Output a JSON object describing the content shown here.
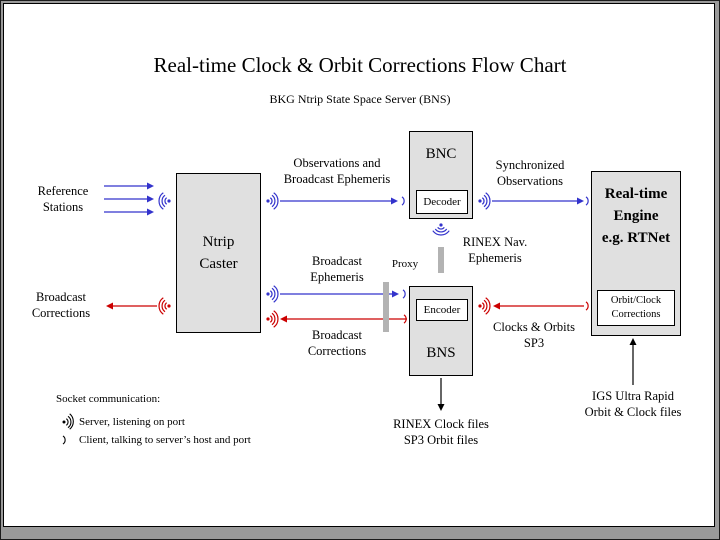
{
  "title": "Real-time Clock & Orbit Corrections Flow Chart",
  "subtitle": "BKG Ntrip State Space Server  (BNS)",
  "colors": {
    "arrow_blue": "#3333cc",
    "arrow_red": "#cc0000",
    "arrow_black": "#000000",
    "box_fill": "#e0e0e0",
    "proxy_gray": "#b3b3b3"
  },
  "nodes": {
    "ntrip_caster": "Ntrip\nCaster",
    "bnc": "BNC",
    "decoder": "Decoder",
    "bns": "BNS",
    "encoder": "Encoder",
    "engine": "Real-time\nEngine\ne.g. RTNet",
    "orbit_clock": "Orbit/Clock\nCorrections"
  },
  "labels": {
    "reference_stations": "Reference\nStations",
    "broadcast_corrections_left": "Broadcast\nCorrections",
    "observations_broadcast_ephemeris": "Observations and\nBroadcast Ephemeris",
    "synchronized_observations": "Synchronized\nObservations",
    "rinex_nav_ephemeris": "RINEX Nav.\nEphemeris",
    "proxy": "Proxy",
    "broadcast_ephemeris": "Broadcast\nEphemeris",
    "broadcast_corrections_mid": "Broadcast\nCorrections",
    "clocks_orbits_sp3": "Clocks & Orbits\nSP3",
    "rinex_clock_files": "RINEX Clock files\nSP3 Orbit files",
    "igs_ultra_rapid": "IGS Ultra Rapid\nOrbit & Clock files"
  },
  "legend": {
    "title": "Socket communication:",
    "server": "Server, listening on port",
    "client": "Client, talking to server’s host and port"
  }
}
